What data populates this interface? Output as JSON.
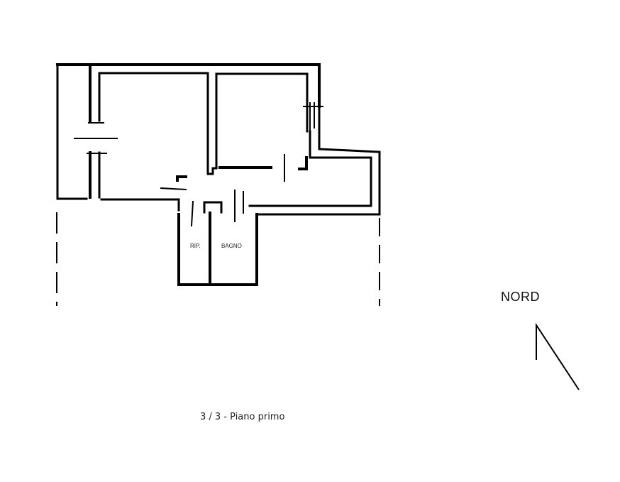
{
  "plan": {
    "rooms": [
      {
        "label": "RIP."
      },
      {
        "label": "BAGNO"
      }
    ],
    "north_label": "NORD",
    "caption": "3 / 3 - Piano primo"
  }
}
